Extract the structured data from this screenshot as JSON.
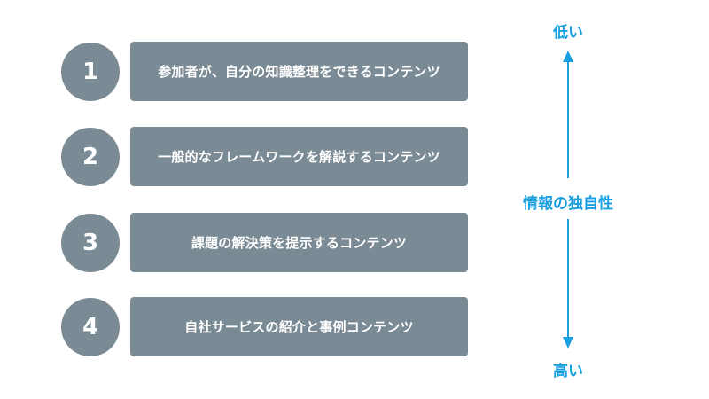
{
  "steps": [
    {
      "number": "1",
      "text": "参加者が、自分の知識整理をできるコンテンツ"
    },
    {
      "number": "2",
      "text": "一般的なフレームワークを解説するコンテンツ"
    },
    {
      "number": "3",
      "text": "課題の解決策を提示するコンテンツ"
    },
    {
      "number": "4",
      "text": "自社サービスの紹介と事例コンテンツ"
    }
  ],
  "axis": {
    "top_label": "低い",
    "middle_label": "情報の独自性",
    "bottom_label": "高い"
  },
  "colors": {
    "box": "#7b8b95",
    "accent": "#1a9fe0"
  }
}
